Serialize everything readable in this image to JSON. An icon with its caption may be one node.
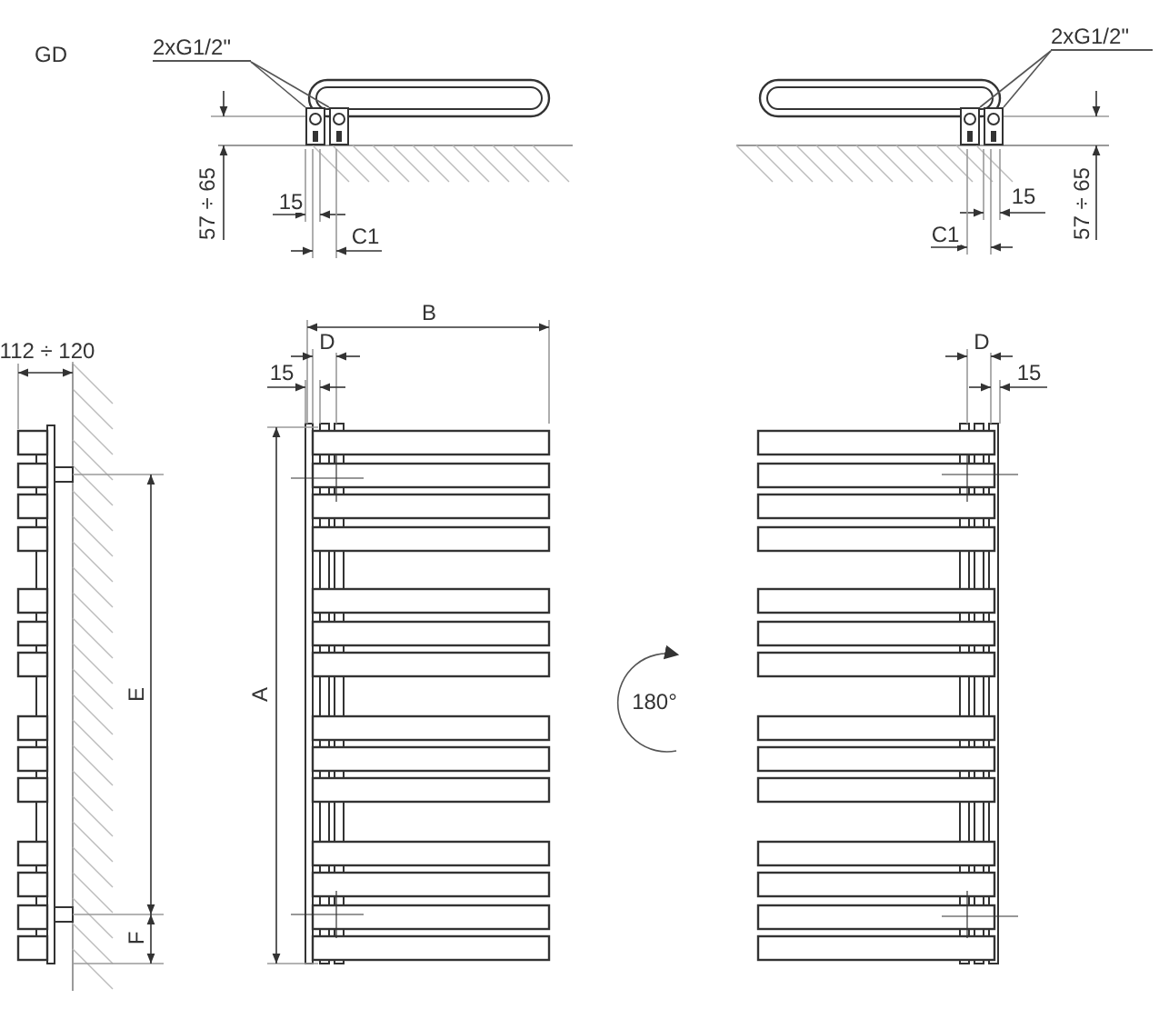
{
  "diagram": {
    "nodes": [
      {
        "text": [
          "2xG1/2\""
        ]
      },
      {
        "text": [],
        "shape": "box"
      },
      {
        "text": [],
        "shape": "box"
      },
      {
        "text": [
          "2xG1/2\""
        ]
      },
      {
        "text": [],
        "shape": "box"
      },
      {
        "text": [],
        "shape": "box"
      }
    ],
    "edges": [
      {
        "from": 0,
        "to": 1,
        "arrow": "none"
      },
      {
        "from": 0,
        "to": 2,
        "arrow": "none"
      },
      {
        "from": 3,
        "to": 4,
        "arrow": "none"
      },
      {
        "from": 3,
        "to": 5,
        "arrow": "none"
      }
    ],
    "labels": [
      "GD",
      "57 ÷ 65",
      "15",
      "C1",
      "15",
      "57 ÷ 65",
      "C1",
      "B",
      "112 ÷ 120",
      "D",
      "D",
      "15",
      "15",
      "E",
      "A",
      "180°",
      "F"
    ]
  }
}
